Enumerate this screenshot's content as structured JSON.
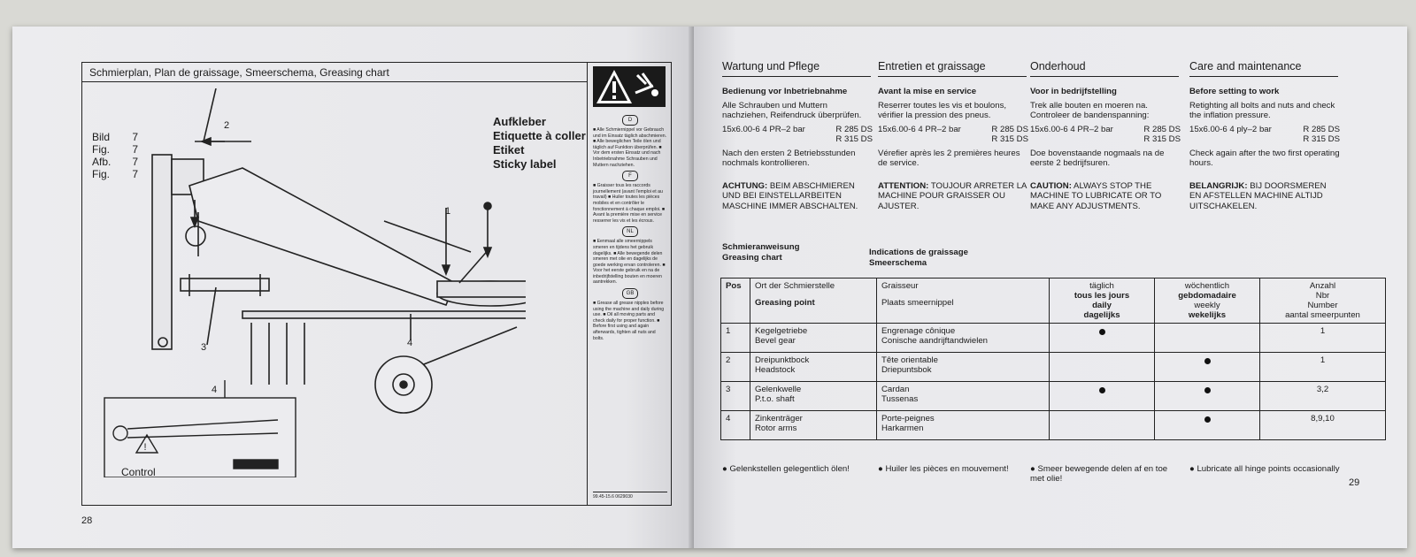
{
  "left_page": {
    "frame_title": "Schmierplan, Plan de graissage, Smeerschema, Greasing chart",
    "figure_labels": [
      {
        "word": "Bild",
        "num": "7"
      },
      {
        "word": "Fig.",
        "num": "7"
      },
      {
        "word": "Afb.",
        "num": "7"
      },
      {
        "word": "Fig.",
        "num": "7"
      }
    ],
    "sticker_labels": [
      "Aufkleber",
      "Etiquette à coller",
      "Etiket",
      "Sticky label"
    ],
    "callouts": {
      "n1": "1",
      "n2": "2",
      "n3": "3",
      "n4a": "4",
      "n4b": "4"
    },
    "control_label": "Control",
    "sticker": {
      "d_badge": "D",
      "d_text": "■ Alle Schmiernippel vor Gebrauch und im Einsatz täglich abschmieren. ■ Alle beweglichen Teile ölen und täglich auf Funktion überprüfen. ■ Vor dem ersten Einsatz und nach Inbetriebnahme Schrauben und Muttern nachziehen.",
      "f_badge": "F",
      "f_text": "■ Graisser tous les raccords journellement (avant l'emploi et au travail) ■ Huiler toutes les pièces mobiles et en contrôler le fonctionnement à chaque emploi. ■ Avant la première mise en service resserrer les vis et les écrous.",
      "nl_badge": "NL",
      "nl_text": "■ Eenmaal alle smeernippels smeren en tijdens het gebruik dagelijks. ■ Alle bewegende delen smeren met olie en dagelijks de goede werking ervan controleren. ■ Voor het eerste gebruik en na de inbedrijfstelling bouten en moeren aantrekken.",
      "gb_badge": "GB",
      "gb_text": "■ Grease all grease nipples before using the machine and daily during use. ■ Oil all moving parts and check daily for proper function. ■ Before first using and again afterwards, tighten all nuts and bolts.",
      "footer": "99.45-15.6   0629030"
    },
    "page_number": "28"
  },
  "right_page": {
    "columns": [
      {
        "heading": "Wartung und Pflege",
        "subheading": "Bedienung vor Inbetriebnahme",
        "intro": "Alle Schrauben und Muttern nachziehen, Reifendruck überprüfen.",
        "tyre_spec": "15x6.00-6 4 PR–2 bar",
        "model1": "R 285 DS",
        "model2": "R 315 DS",
        "after": "Nach den ersten 2 Betriebsstunden nochmals kontrollieren.",
        "caution_label": "ACHTUNG:",
        "caution_text": "BEIM ABSCHMIEREN UND BEI EINSTELLARBEITEN MASCHINE IMMER ABSCHALTEN."
      },
      {
        "heading": "Entretien et graissage",
        "subheading": "Avant la mise en service",
        "intro": "Reserrer toutes les vis et boulons, vérifier la pression des pneus.",
        "tyre_spec": "15x6.00-6 4 PR–2 bar",
        "model1": "R 285 DS",
        "model2": "R 315 DS",
        "after": "Vérefier après les 2 premières heures de service.",
        "caution_label": "ATTENTION:",
        "caution_text": "TOUJOUR ARRETER LA MACHINE POUR GRAISSER OU AJUSTER."
      },
      {
        "heading": "Onderhoud",
        "subheading": "Voor in bedrijfstelling",
        "intro": "Trek alle bouten en moeren na. Controleer de bandenspanning:",
        "tyre_spec": "15x6.00-6 4 PR–2 bar",
        "model1": "R 285 DS",
        "model2": "R 315 DS",
        "after": "Doe bovenstaande nogmaals na de eerste 2 bedrijfsuren.",
        "caution_label": "CAUTION:",
        "caution_text": "ALWAYS STOP THE MACHINE TO LUBRICATE OR TO MAKE ANY ADJUSTMENTS."
      },
      {
        "heading": "Care and maintenance",
        "subheading": "Before setting to work",
        "intro": "Retighting all bolts and nuts and check the inflation pressure.",
        "tyre_spec": "15x6.00-6 4 ply–2 bar",
        "model1": "R 285 DS",
        "model2": "R 315 DS",
        "after": "Check again after the two first operating hours.",
        "caution_label": "BELANGRIJK:",
        "caution_text": "BIJ DOORSMEREN EN AFSTELLEN MACHINE ALTIJD UITSCHAKELEN."
      }
    ],
    "schmier_left_1": "Schmieranweisung",
    "schmier_left_2": "Greasing chart",
    "schmier_mid_1": "Indications de graissage",
    "schmier_mid_2": "Smeerschema",
    "table": {
      "h_pos": "Pos",
      "h_ort": "Ort der Schmierstelle",
      "h_point": "Greasing point",
      "h_grais": "Graisseur",
      "h_plaats": "Plaats smeernippel",
      "h_daily": [
        "täglich",
        "tous les jours",
        "daily",
        "dagelijks"
      ],
      "h_weekly": [
        "wöchentlich",
        "gebdomadaire",
        "weekly",
        "wekelijks"
      ],
      "h_count": [
        "Anzahl",
        "Nbr",
        "Number",
        "aantal smeerpunten"
      ],
      "rows": [
        {
          "pos": "1",
          "de": "Kegelgetriebe",
          "en": "Bevel gear",
          "fr": "Engrenage cônique",
          "nl": "Conische aandrijftandwielen",
          "daily": true,
          "weekly": false,
          "count": "1"
        },
        {
          "pos": "2",
          "de": "Dreipunktbock",
          "en": "Headstock",
          "fr": "Tête orientable",
          "nl": "Driepuntsbok",
          "daily": false,
          "weekly": true,
          "count": "1"
        },
        {
          "pos": "3",
          "de": "Gelenkwelle",
          "en": "P.t.o. shaft",
          "fr": "Cardan",
          "nl": "Tussenas",
          "daily": true,
          "weekly": true,
          "count": "3,2"
        },
        {
          "pos": "4",
          "de": "Zinkenträger",
          "en": "Rotor arms",
          "fr": "Porte-peignes",
          "nl": "Harkarmen",
          "daily": false,
          "weekly": true,
          "count": "8,9,10"
        }
      ]
    },
    "footnotes": [
      "● Gelenkstellen gelegentlich ölen!",
      "● Huiler les pièces en mouvement!",
      "● Smeer bewegende delen af en toe met olie!",
      "● Lubricate all hinge points occasionally"
    ],
    "page_number": "29"
  }
}
